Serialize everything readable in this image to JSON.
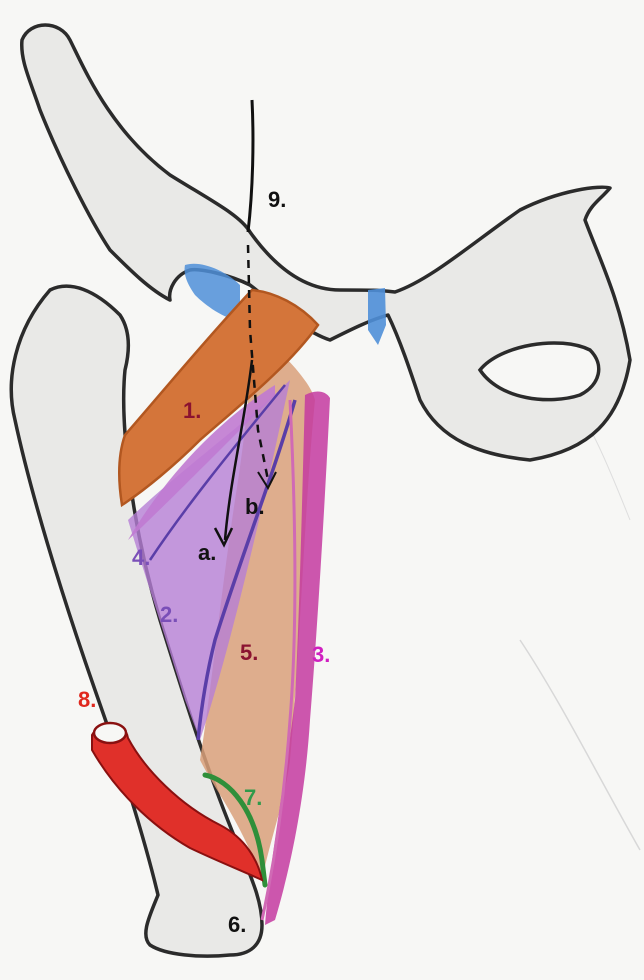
{
  "labels": {
    "l1": "1.",
    "l2": "2.",
    "l3": "3.",
    "l4": "4.",
    "l5": "5.",
    "l6": "6.",
    "l7": "7.",
    "l8": "8.",
    "l9": "9.",
    "la": "a.",
    "lb": "b."
  },
  "colors": {
    "bone_fill": "#e9e9e7",
    "outline": "#2b2b2b",
    "orange_muscle": "#d4753a",
    "purple_muscle": "#b57ed6",
    "magenta_muscle": "#c43aa0",
    "tan_muscle": "#d9a07a",
    "violet_line": "#5a3ea8",
    "red_vessel": "#e0302a",
    "green_tendon": "#2f8f3a",
    "blue_cartilage": "#4f8fd8",
    "label_maroon": "#8b1230",
    "label_purple": "#7a4fb8",
    "label_magenta": "#d020c0",
    "label_red": "#e0281e",
    "label_green": "#2f9a4a",
    "label_black": "#111111"
  }
}
